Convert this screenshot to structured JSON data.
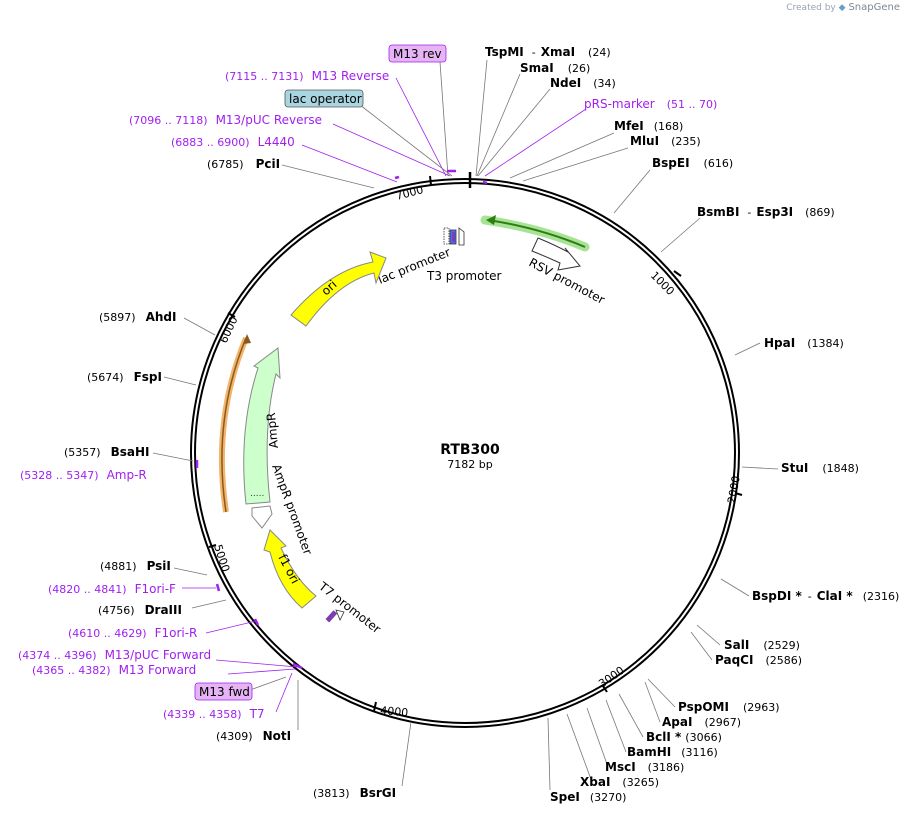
{
  "app": {
    "credit_prefix": "Created by",
    "credit_brand": "SnapGene"
  },
  "plasmid": {
    "name": "RTB300",
    "length_label": "7182 bp"
  },
  "ring_ticks": [
    "1000",
    "2000",
    "3000",
    "4000",
    "5000",
    "6000",
    "7000"
  ],
  "sites_right": [
    {
      "name": "TspMI",
      "name2": "XmaI",
      "pos": "(24)"
    },
    {
      "name": "SmaI",
      "pos": "(26)"
    },
    {
      "name": "NdeI",
      "pos": "(34)"
    },
    {
      "name": "MfeI",
      "pos": "(168)"
    },
    {
      "name": "MluI",
      "pos": "(235)"
    },
    {
      "name": "BspEI",
      "pos": "(616)"
    },
    {
      "name": "BsmBI",
      "name2": "Esp3I",
      "pos": "(869)"
    },
    {
      "name": "HpaI",
      "pos": "(1384)"
    },
    {
      "name": "StuI",
      "pos": "(1848)"
    },
    {
      "name": "BspDI *",
      "name2": "ClaI *",
      "pos": "(2316)"
    },
    {
      "name": "SalI",
      "pos": "(2529)"
    },
    {
      "name": "PaqCI",
      "pos": "(2586)"
    },
    {
      "name": "PspOMI",
      "pos": "(2963)"
    },
    {
      "name": "ApaI",
      "pos": "(2967)"
    },
    {
      "name": "BclI *",
      "pos": "(3066)"
    },
    {
      "name": "BamHI",
      "pos": "(3116)"
    },
    {
      "name": "MscI",
      "pos": "(3186)"
    },
    {
      "name": "XbaI",
      "pos": "(3265)"
    },
    {
      "name": "SpeI",
      "pos": "(3270)"
    }
  ],
  "sites_left": [
    {
      "name": "PciI",
      "pos": "(6785)"
    },
    {
      "name": "AhdI",
      "pos": "(5897)"
    },
    {
      "name": "FspI",
      "pos": "(5674)"
    },
    {
      "name": "BsaHI",
      "pos": "(5357)"
    },
    {
      "name": "PsiI",
      "pos": "(4881)"
    },
    {
      "name": "DraIII",
      "pos": "(4756)"
    },
    {
      "name": "NotI",
      "pos": "(4309)"
    },
    {
      "name": "BsrGI",
      "pos": "(3813)"
    }
  ],
  "primers": [
    {
      "name": "M13 rev",
      "boxed": true
    },
    {
      "name": "M13 Reverse",
      "pos": "(7115 .. 7131)"
    },
    {
      "name": "lac operator",
      "boxed": true
    },
    {
      "name": "M13/pUC Reverse",
      "pos": "(7096 .. 7118)"
    },
    {
      "name": "L4440",
      "pos": "(6883 .. 6900)"
    },
    {
      "name": "pRS-marker",
      "pos": "(51 .. 70)"
    },
    {
      "name": "Amp-R",
      "pos": "(5328 .. 5347)"
    },
    {
      "name": "F1ori-F",
      "pos": "(4820 .. 4841)"
    },
    {
      "name": "F1ori-R",
      "pos": "(4610 .. 4629)"
    },
    {
      "name": "M13/pUC Forward",
      "pos": "(4374 .. 4396)"
    },
    {
      "name": "M13 Forward",
      "pos": "(4365 .. 4382)"
    },
    {
      "name": "M13 fwd",
      "boxed": true
    },
    {
      "name": "T7",
      "pos": "(4339 .. 4358)"
    }
  ],
  "features": [
    {
      "name": "ori",
      "color": "#ffff00"
    },
    {
      "name": "AmpR",
      "color": "#ccffcc"
    },
    {
      "name": "AmpR promoter",
      "color": "#ffffff"
    },
    {
      "name": "f1 ori",
      "color": "#ffff00"
    },
    {
      "name": "T7 promoter",
      "color": "#ffffff"
    },
    {
      "name": "lac promoter",
      "color": "#ffffff"
    },
    {
      "name": "T3 promoter",
      "color": "#ffffff"
    },
    {
      "name": "RSV promoter",
      "color": "#ffffff"
    }
  ],
  "colors": {
    "primer": "#a020f0",
    "primer_box": "#e6b3f5",
    "operator_box": "#a9d5e0",
    "backbone": "#000000"
  }
}
